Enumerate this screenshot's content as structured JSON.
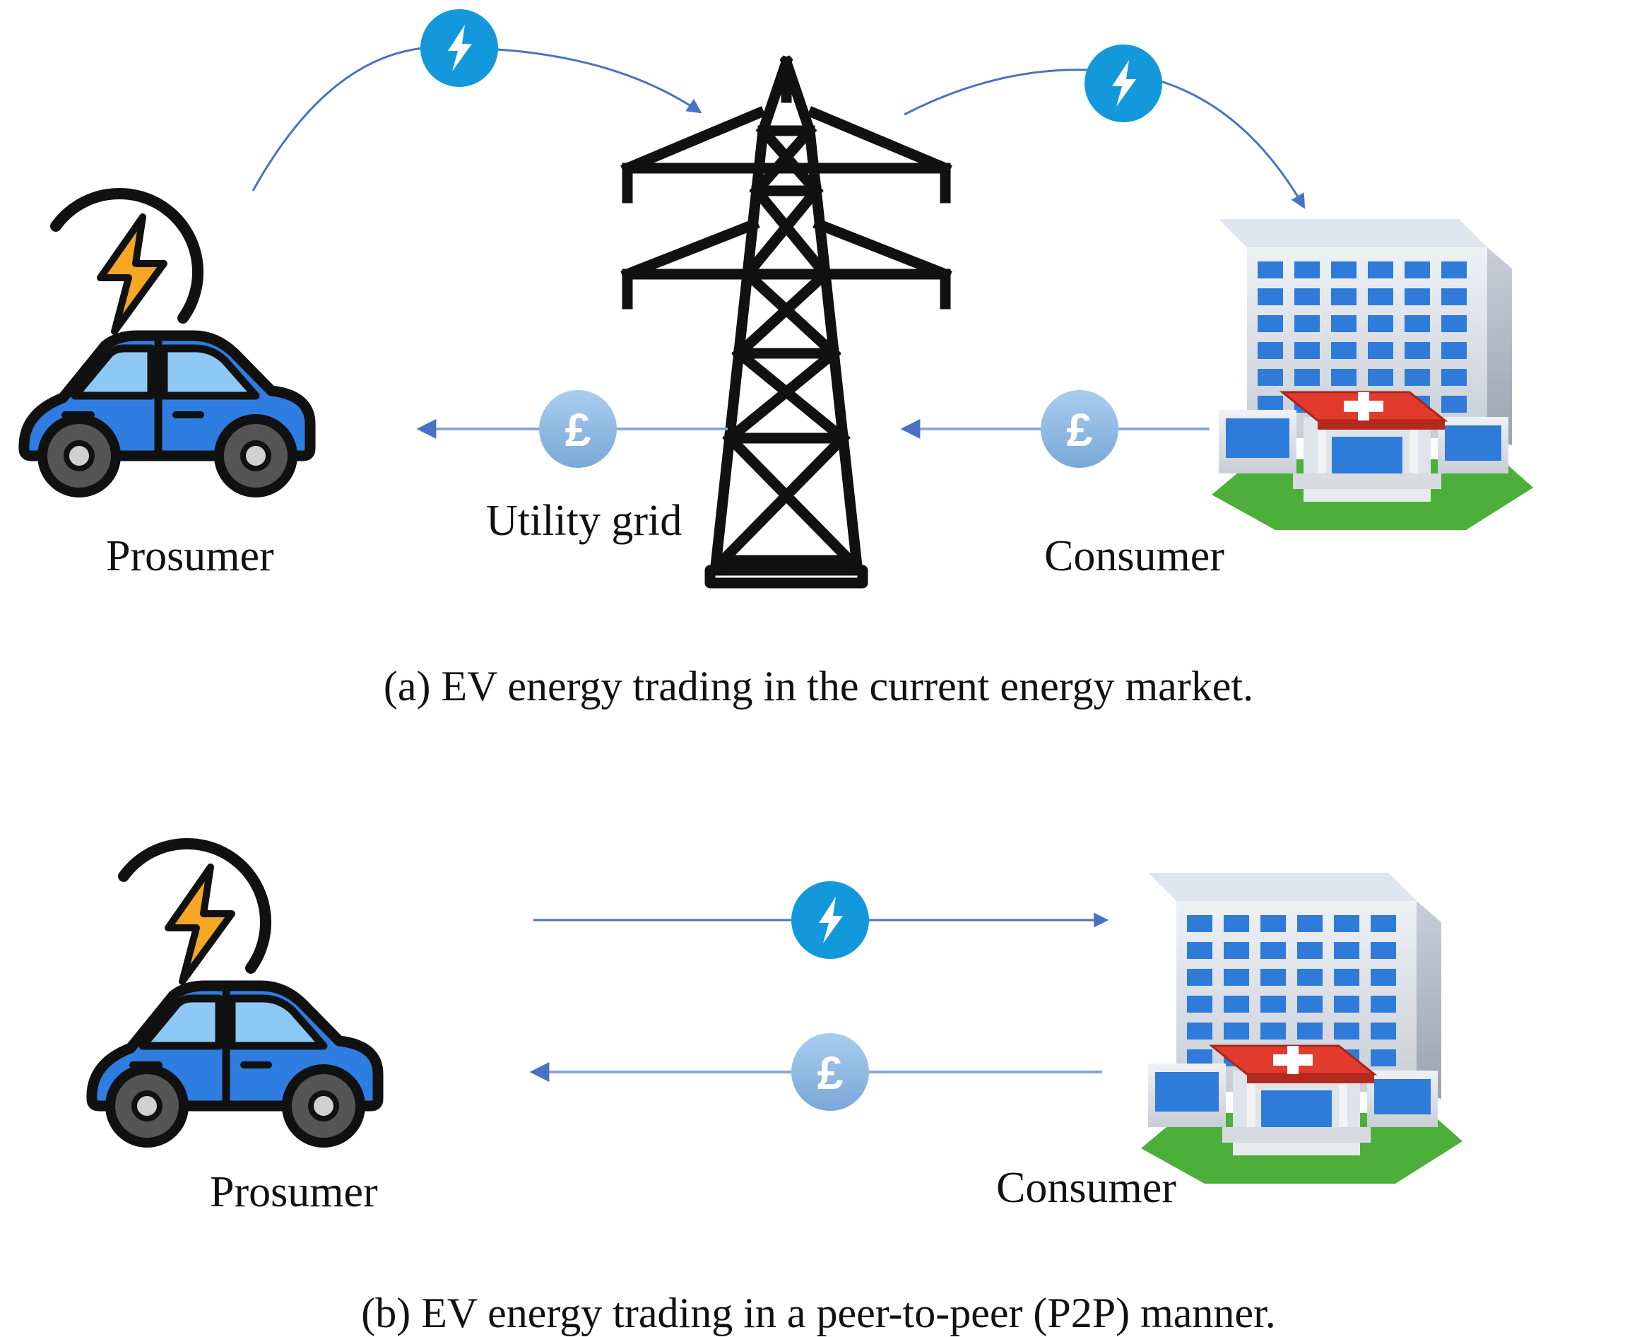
{
  "panel_a": {
    "prosumer_label": "Prosumer",
    "grid_label": "Utility grid",
    "consumer_label": "Consumer",
    "caption": "(a) EV energy trading in the current energy market."
  },
  "panel_b": {
    "prosumer_label": "Prosumer",
    "consumer_label": "Consumer",
    "caption": "(b) EV energy trading in a peer-to-peer (P2P) manner."
  },
  "icons": {
    "energy_badge": "lightning-bolt-icon",
    "payment_badge": "pound-sign-icon",
    "vehicle": "electric-car-icon",
    "grid": "transmission-tower-icon",
    "building": "hospital-building-icon"
  },
  "symbols": {
    "currency": "£"
  },
  "colors": {
    "car_body": "#2f7de1",
    "car_window": "#8ec9f5",
    "bolt": "#f5a623",
    "energy_badge": "#1498dc",
    "payment_badge": "#8db8e2",
    "arrow": "#4a72c4",
    "roof": "#e23b2e",
    "glass": "#2f7bd9",
    "grass": "#4caf3a"
  }
}
